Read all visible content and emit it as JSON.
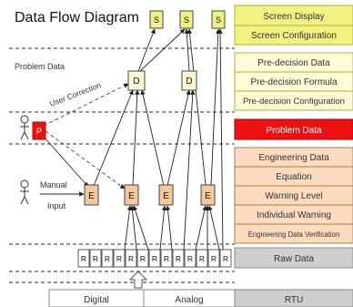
{
  "title": "Data Flow Diagram",
  "left_labels": {
    "problem_data": "Problem Data",
    "user_correction": "User Correction",
    "manual": "Manual",
    "input": "Input"
  },
  "nodes": {
    "s": "S",
    "d": "D",
    "p": "P",
    "e": "E",
    "r": "R"
  },
  "right_panel": {
    "screen_display": "Screen Display",
    "screen_configuration": "Screen Configuration",
    "pre_decision_data": "Pre-decision Data",
    "pre_decision_formula": "Pre-decision Formula",
    "pre_decision_configuration": "Pre-decision Configuration",
    "problem_data": "Problem Data",
    "engineering_data": "Engineering Data",
    "equation": "Equation",
    "warning_level": "Warning Level",
    "individual_warning": "Individual Warning",
    "engineering_data_verification": "Engineering Data Verification",
    "raw_data": "Raw Data",
    "rtu": "RTU"
  },
  "bottom": {
    "digital": "Digital",
    "analog": "Analog"
  },
  "colors": {
    "yellow_fill": "#f1f283",
    "yellow_light": "#fdfcd7",
    "yellow_stroke": "#b3b028",
    "red": "#ee1111",
    "orange_light": "#fbdcc0",
    "orange_node": "#f8c89d",
    "orange_stroke": "#b07d3a",
    "gray": "#cfcfcf",
    "dash": "#555555"
  }
}
